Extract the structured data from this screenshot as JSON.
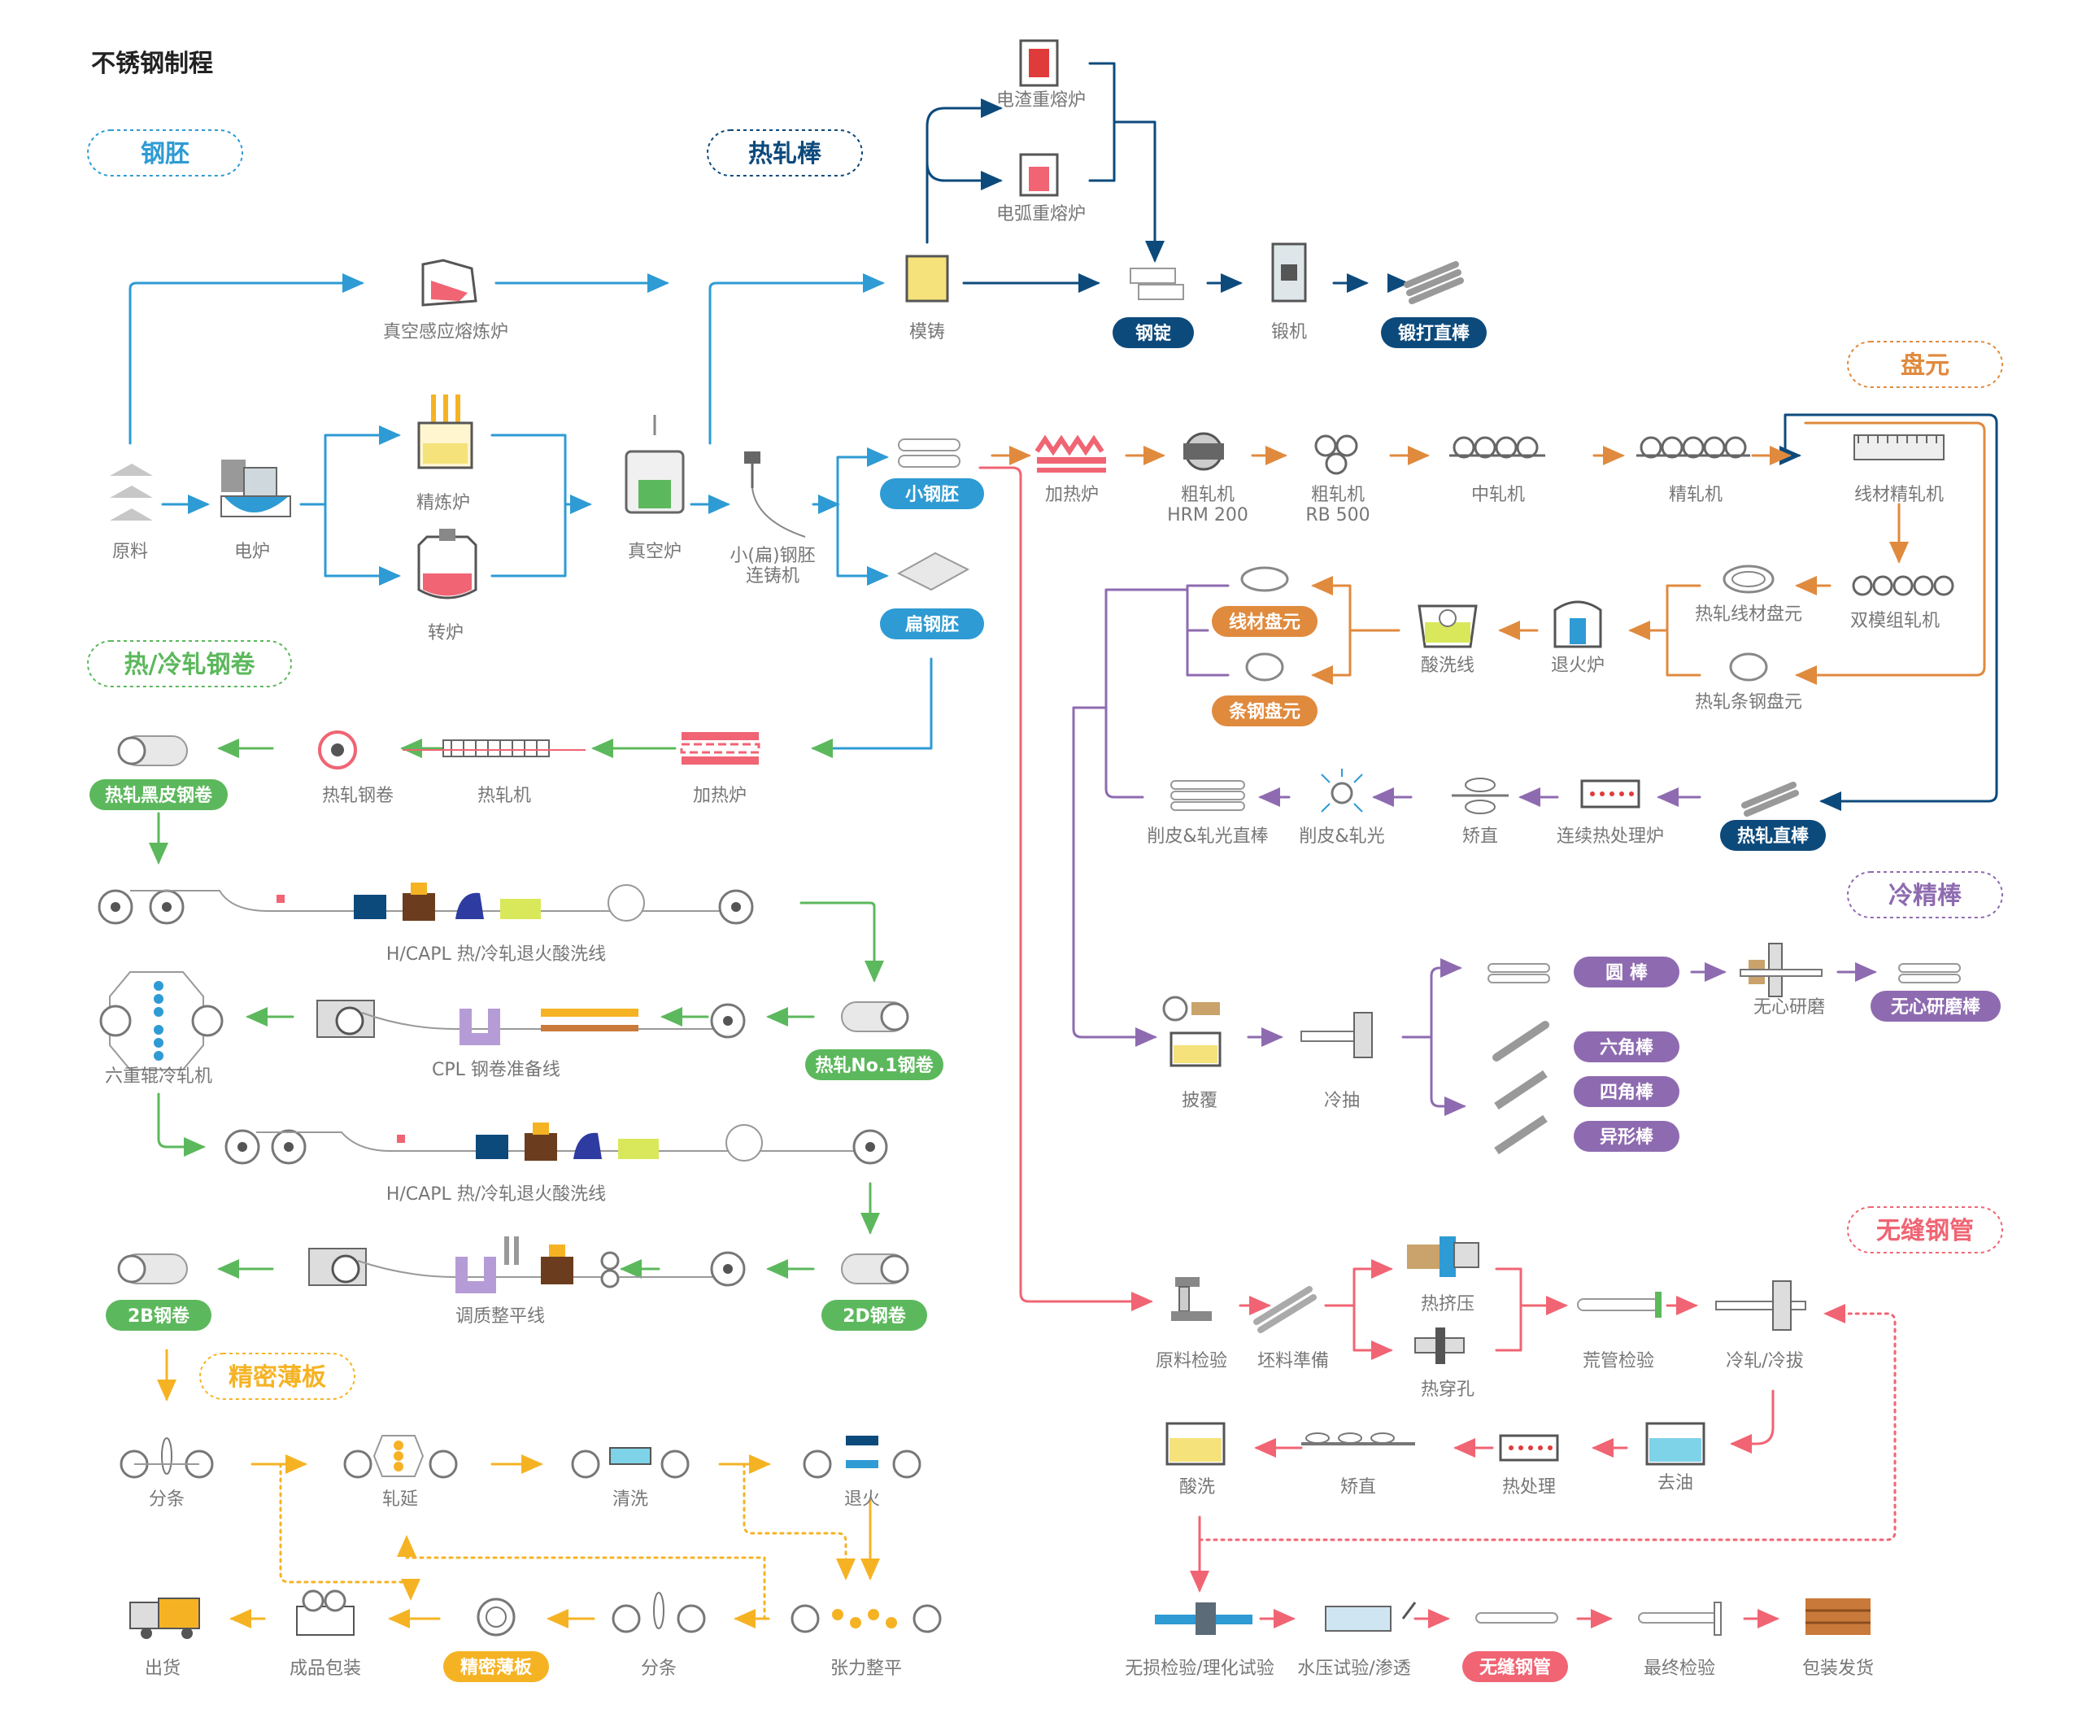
{
  "title": "不锈钢制程",
  "colors": {
    "blue": "#2e9bd4",
    "navy": "#0d4a7c",
    "orange": "#e08a3e",
    "green": "#5cb85c",
    "purple": "#8e6bb0",
    "red": "#f06473",
    "yellow": "#f5b324"
  },
  "sections": {
    "billet": "钢胚",
    "hot_rolled_bar": "热轧棒",
    "wire_rod": "盘元",
    "coil": "热/冷轧钢卷",
    "cold_bar": "冷精棒",
    "seamless": "无缝钢管",
    "precision": "精密薄板"
  },
  "labels": {
    "raw": "原料",
    "eaf": "电炉",
    "refining": "精炼炉",
    "converter": "转炉",
    "vacuum": "真空炉",
    "caster_1": "小(扁)钢胚",
    "caster_2": "连铸机",
    "vim": "真空感应熔炼炉",
    "mold": "模铸",
    "esr": "电渣重熔炉",
    "var": "电弧重熔炉",
    "forge": "锻机",
    "heating_1": "加热炉",
    "rough_1": "粗轧机",
    "rough_1b": "HRM 200",
    "rough_2": "粗轧机",
    "rough_2b": "RB 500",
    "mid": "中轧机",
    "finish": "精轧机",
    "wire_finish": "线材精轧机",
    "double": "双模组轧机",
    "hr_wire_coil": "热轧线材盘元",
    "hr_bar_coil": "热轧条钢盘元",
    "anneal": "退火炉",
    "pickle": "酸洗线",
    "cont_heat": "连续热处理炉",
    "straighten": "矫直",
    "peel": "削皮&轧光",
    "peel_bar": "削皮&轧光直棒",
    "coat": "披覆",
    "cold_draw": "冷抽",
    "centerless": "无心研磨",
    "heating_2": "加热炉",
    "hot_mill": "热轧机",
    "hr_coil": "热轧钢卷",
    "capl_1": "H/CAPL 热/冷轧退火酸洗线",
    "cpl": "CPL 钢卷准备线",
    "mill6": "六重辊冷轧机",
    "capl_2": "H/CAPL 热/冷轧退火酸洗线",
    "temper": "调质整平线",
    "slit_1": "分条",
    "roll": "轧延",
    "clean": "清洗",
    "anneal_2": "退火",
    "ship": "出货",
    "pack": "成品包装",
    "slit_2": "分条",
    "tension": "张力整平",
    "inspect_raw": "原料检验",
    "blank_prep": "坯料準備",
    "hot_extrude": "热挤压",
    "hot_pierce": "热穿孔",
    "shell_inspect": "荒管检验",
    "cold_roll": "冷轧/冷拔",
    "pickle_2": "酸洗",
    "straighten_2": "矫直",
    "heat_treat": "热处理",
    "degrease": "去油",
    "ndt": "无损检验/理化试验",
    "hydro": "水压试验/渗透",
    "final": "最终检验",
    "pack_ship": "包装发货"
  },
  "pills": {
    "small_billet": "小钢胚",
    "flat_billet": "扁钢胚",
    "ingot": "钢锭",
    "forged_bar": "锻打直棒",
    "wire_coil": "线材盘元",
    "bar_coil": "条钢盘元",
    "hr_bar": "热轧直棒",
    "round": "圆 棒",
    "hex": "六角棒",
    "square": "四角棒",
    "shaped": "异形棒",
    "ground_bar": "无心研磨棒",
    "black_coil": "热轧黑皮钢卷",
    "no1_coil": "热轧No.1钢卷",
    "coil_2d": "2D钢卷",
    "coil_2b": "2B钢卷",
    "precision_sheet": "精密薄板",
    "seamless_pipe": "无缝钢管"
  }
}
